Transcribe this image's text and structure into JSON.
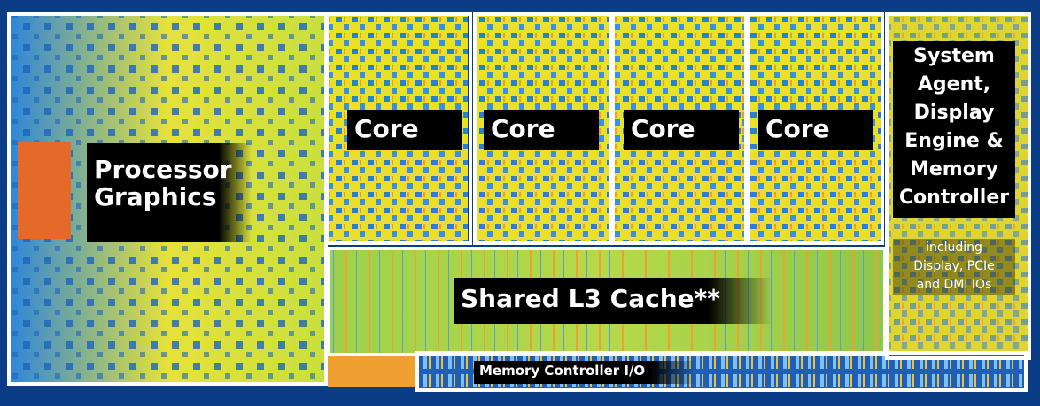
{
  "regions": {
    "graphics": {
      "label_line1": "Processor",
      "label_line2": "Graphics"
    },
    "cores": [
      {
        "label": "Core"
      },
      {
        "label": "Core"
      },
      {
        "label": "Core"
      },
      {
        "label": "Core"
      }
    ],
    "l3": {
      "label": "Shared L3 Cache**"
    },
    "memio": {
      "label": "Memory Controller I/O"
    },
    "system_agent": {
      "title_lines": [
        "System",
        "Agent,",
        "Display",
        "Engine &",
        "Memory",
        "Controller"
      ],
      "sub_lines": [
        "including",
        "Display, PCIe",
        "and DMI IOs"
      ]
    }
  },
  "colors": {
    "border": "#ffffff",
    "die_blue": "#1a6fd0",
    "die_yellow": "#f0e020",
    "die_green": "#9ed14a",
    "cache_orange": "#f0a030",
    "background": "#0a3a7a"
  }
}
